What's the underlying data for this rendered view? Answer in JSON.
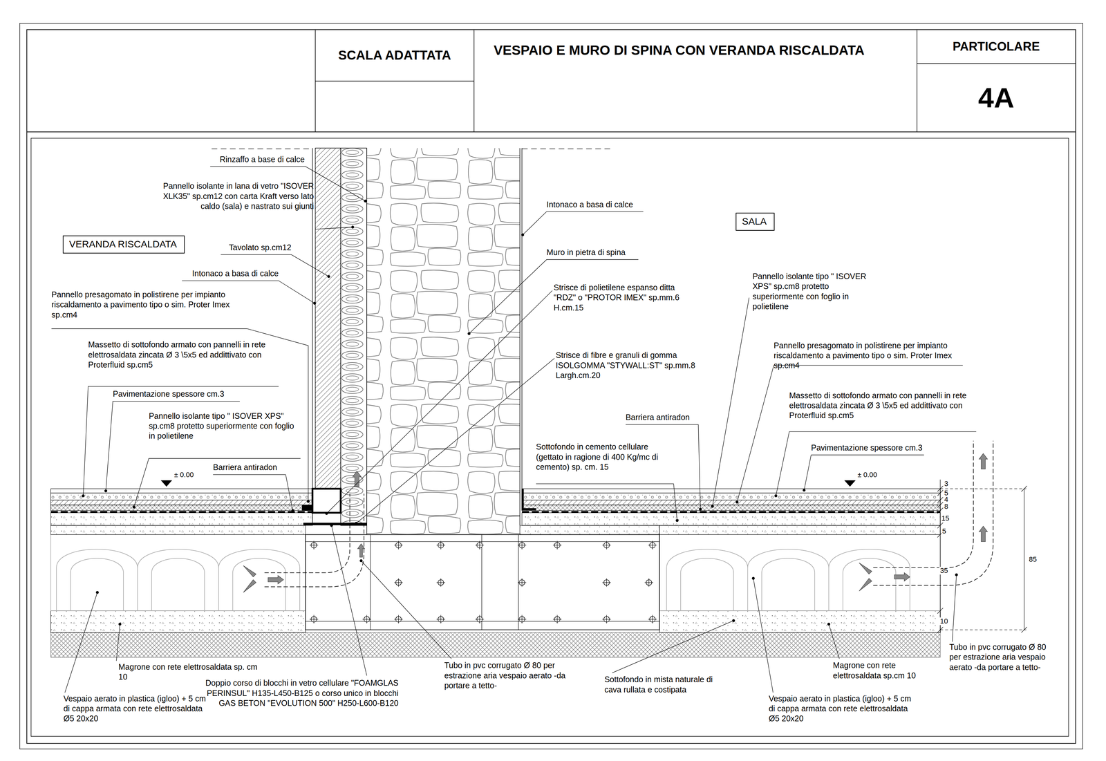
{
  "diagram": {
    "title": "VESPAIO E MURO DI SPINA CON VERANDA RISCALDATA",
    "nodes": [
      {
        "text": [
          "SCALA ADATTATA"
        ]
      },
      {
        "text": [
          "PARTICOLARE"
        ]
      },
      {
        "text": [
          "4A"
        ]
      },
      {
        "text": [
          "VERANDA RISCALDATA"
        ]
      },
      {
        "text": [
          "SALA"
        ]
      }
    ],
    "labels": [
      "Rinzaffo a base di calce",
      "Pannello isolante in lana di vetro \"ISOVER XLK35\" sp.cm12 con carta Kraft verso lato caldo (sala) e nastrato sui giunti",
      "Tavolato sp.cm12",
      "Intonaco a basa di calce",
      "Pannello presagomato in polistirene per impianto riscaldamento a pavimento tipo o sim. Proter Imex  sp.cm4",
      "Massetto di sottofondo armato con pannelli in rete elettrosaldata zincata Ø 3 \\5x5 ed addittivato con Proterfluid sp.cm5",
      "Pavimentazione  spessore cm.3",
      "Pannello isolante tipo \" ISOVER XPS\" sp.cm8 protetto superiormente con foglio in polietilene",
      "Barriera antiradon",
      "± 0.00",
      "Intonaco a basa di calce",
      "Muro in pietra di spina",
      "Strisce di polietilene espanso ditta \"RDZ\" o \"PROTOR IMEX\" sp.mm.6 H.cm.15",
      "Strisce di fibre e granuli di gomma ISOLGOMMA \"STYWALL:ST\" sp.mm.8 Largh.cm.20",
      "Barriera antiradon",
      "Sottofondo in cemento cellulare (gettato in ragione di 400 Kg/mc di cemento) sp. cm. 15",
      "Pannello isolante tipo \" ISOVER XPS\" sp.cm8 protetto superiormente con foglio in polietilene",
      "Pannello presagomato in polistirene per impianto riscaldamento a pavimento tipo o sim. Proter Imex  sp.cm4",
      "Massetto di sottofondo armato con pannelli in rete elettrosaldata zincata Ø 3 \\5x5 ed addittivato con Proterfluid sp.cm5",
      "Pavimentazione  spessore cm.3",
      "± 0.00",
      "3",
      "5",
      "4",
      "8",
      "15",
      "5",
      "35",
      "10",
      "85",
      "Magrone con rete elettrosaldata sp. cm 10",
      "Vespaio aerato in plastica (igloo) + 5 cm di cappa armata con rete elettrosaldata Ø5  20x20",
      "Doppio corso di blocchi in vetro cellulare \"FOAMGLAS PERINSUL\" H135-L450-B125 o corso unico in blocchi GAS BETON \"EVOLUTION 500\" H250-L600-B120",
      "Tubo in pvc corrugato Ø 80 per estrazione aria vespaio aerato -da portare a tetto-",
      "Sottofondo in mista naturale di cava rullata e costipata",
      "Magrone con rete elettrosaldata sp.cm 10",
      "Vespaio aerato in plastica (igloo) + 5 cm di cappa armata con rete elettrosaldata Ø5  20x20",
      "Tubo in pvc corrugato Ø 80 per estrazione aria vespaio aerato -da portare a tetto-"
    ]
  }
}
